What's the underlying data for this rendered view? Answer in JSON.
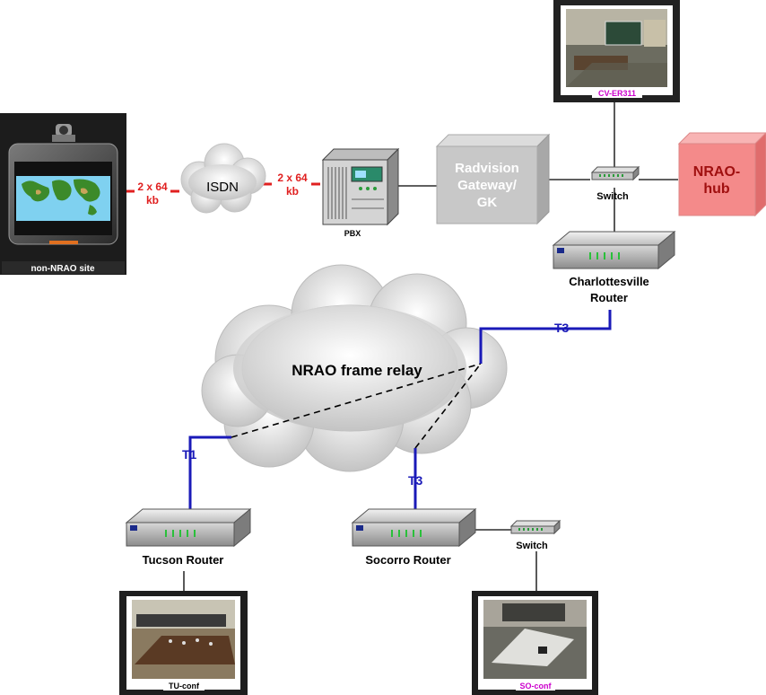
{
  "nodes": {
    "non_nrao_site": "non-NRAO site",
    "isdn": "ISDN",
    "link_left": [
      "2 x 64",
      "kb"
    ],
    "link_right": [
      "2 x 64",
      "kb"
    ],
    "pbx": "PBX",
    "gateway": [
      "Radvision",
      "Gateway/",
      "GK"
    ],
    "cv_room": "CV-ER311",
    "switch_top": "Switch",
    "nrao_hub": [
      "NRAO-",
      "hub"
    ],
    "cv_router": [
      "Charlottesville",
      "Router"
    ],
    "frame_relay": "NRAO frame relay",
    "t3_top": "T3",
    "t1": "T1",
    "t3_bottom": "T3",
    "tucson_router": "Tucson Router",
    "socorro_router": "Socorro Router",
    "switch_bottom": "Switch",
    "tu_conf": "TU-conf",
    "so_conf": "SO-conf"
  },
  "colors": {
    "isdn_link": "#e02020",
    "wan_link": "#1a1ab8",
    "room_label": "#cc00cc",
    "hub_fill": "#f48a8a",
    "hub_text": "#a01010",
    "gateway_fill": "#c8c8c8"
  }
}
